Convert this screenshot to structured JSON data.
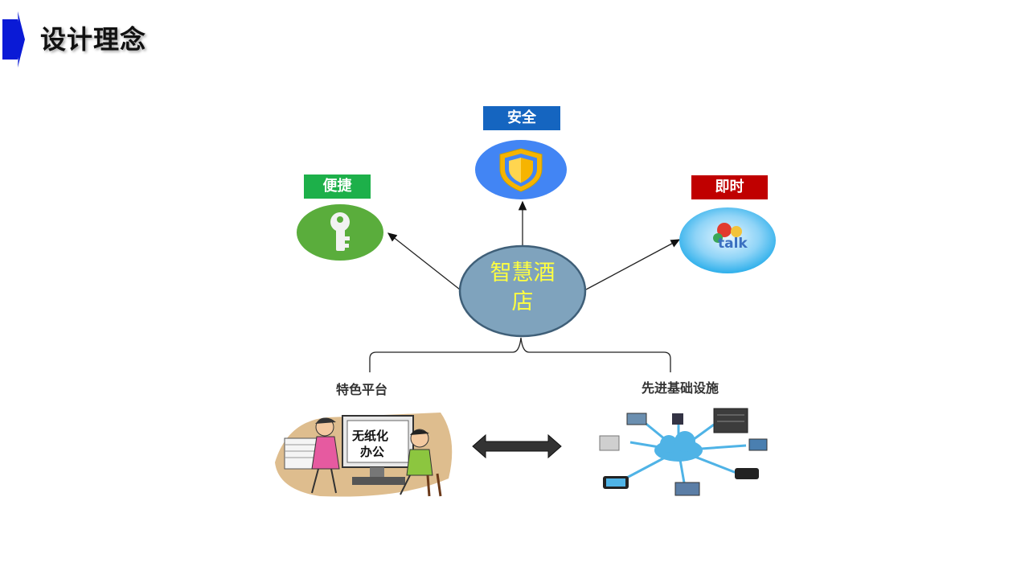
{
  "header": {
    "title": "设计理念"
  },
  "diagram": {
    "center": {
      "line1": "智慧酒",
      "line2": "店"
    },
    "nodes": {
      "safe": {
        "label": "安全",
        "icon": "shield-icon"
      },
      "easy": {
        "label": "便捷",
        "icon": "key-icon"
      },
      "instant": {
        "label": "即时",
        "icon": "chat-talk-icon",
        "icon_text": "talk"
      }
    },
    "branches": {
      "platform": {
        "label": "特色平台",
        "illustration_text_1": "无纸化",
        "illustration_text_2": "办公"
      },
      "infrastructure": {
        "label": "先进基础设施"
      }
    }
  },
  "colors": {
    "title_marker": "#0a1ad6",
    "safe": "#1565c0",
    "easy": "#1db04a",
    "instant": "#c00000",
    "center_fill": "#7fa3bd",
    "center_text": "#ffff40",
    "cloud": "#4fb3e6"
  }
}
